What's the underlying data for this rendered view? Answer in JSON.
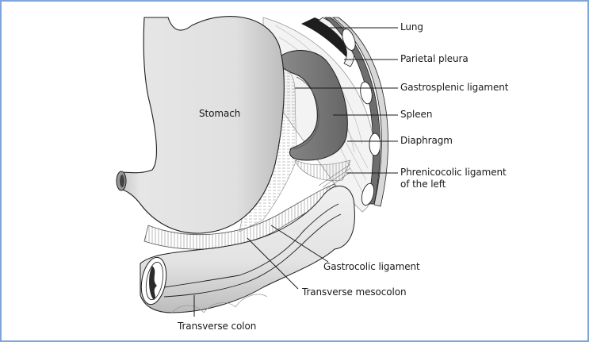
{
  "figure": {
    "border_color": "#7ea6d8",
    "labels": {
      "stomach": "Stomach",
      "lung": "Lung",
      "parietal_pleura": "Parietal pleura",
      "gastrosplenic_ligament": "Gastrosplenic ligament",
      "spleen": "Spleen",
      "diaphragm": "Diaphragm",
      "phrenicocolic_line1": "Phrenicocolic ligament",
      "phrenicocolic_line2": "of the left",
      "gastrocolic_ligament": "Gastrocolic ligament",
      "transverse_mesocolon": "Transverse mesocolon",
      "transverse_colon": "Transverse colon"
    },
    "colors": {
      "stomach_fill": "#e2e2e2",
      "spleen_outer": "#7a7a7a",
      "spleen_inner": "#5f5f5f",
      "colon_fill": "#e8e8e8",
      "outline": "#1a1a1a"
    }
  }
}
